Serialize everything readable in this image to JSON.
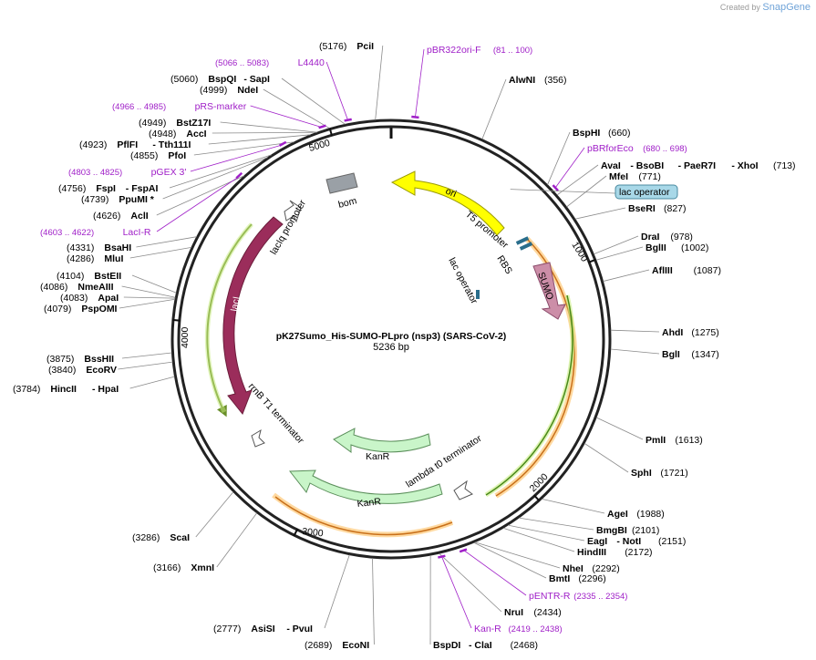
{
  "brand": {
    "created_by": "Created by",
    "app": "SnapGene"
  },
  "plasmid": {
    "name": "pK27Sumo_His-SUMO-PLpro (nsp3) (SARS-CoV-2)",
    "length": "5236 bp"
  },
  "ticks": [
    "1000",
    "2000",
    "3000",
    "4000",
    "5000"
  ],
  "sites": [
    {
      "name": "PciI",
      "pos": "(5176)"
    },
    {
      "name": "AlwNI",
      "pos": "(356)"
    },
    {
      "name": "BspHI",
      "pos": "(660)"
    },
    {
      "name": "AvaI",
      "name2": "- BsoBI",
      "name3": "- PaeR7I",
      "name4": "- XhoI",
      "pos": "(713)"
    },
    {
      "name": "MfeI",
      "pos": "(771)"
    },
    {
      "name": "BseRI",
      "pos": "(827)"
    },
    {
      "name": "DraI",
      "pos": "(978)"
    },
    {
      "name": "BglII",
      "pos": "(1002)"
    },
    {
      "name": "AflIII",
      "pos": "(1087)"
    },
    {
      "name": "AhdI",
      "pos": "(1275)"
    },
    {
      "name": "BglI",
      "pos": "(1347)"
    },
    {
      "name": "PmlI",
      "pos": "(1613)"
    },
    {
      "name": "SphI",
      "pos": "(1721)"
    },
    {
      "name": "AgeI",
      "pos": "(1988)"
    },
    {
      "name": "BmgBI",
      "pos": "(2101)"
    },
    {
      "name": "EagI",
      "name2": "- NotI",
      "pos": "(2151)"
    },
    {
      "name": "HindIII",
      "pos": "(2172)"
    },
    {
      "name": "NheI",
      "pos": "(2292)"
    },
    {
      "name": "BmtI",
      "pos": "(2296)"
    },
    {
      "name": "NruI",
      "pos": "(2434)"
    },
    {
      "name": "BspDI",
      "name2": "- ClaI",
      "pos": "(2468)"
    },
    {
      "name": "EcoNI",
      "pos": "(2689)"
    },
    {
      "name": "AsiSI",
      "name2": "- PvuI",
      "pos": "(2777)"
    },
    {
      "name": "XmnI",
      "pos": "(3166)"
    },
    {
      "name": "ScaI",
      "pos": "(3286)"
    },
    {
      "name": "HincII",
      "name2": "- HpaI",
      "pos": "(3784)"
    },
    {
      "name": "EcoRV",
      "pos": "(3840)"
    },
    {
      "name": "BssHII",
      "pos": "(3875)"
    },
    {
      "name": "PspOMI",
      "pos": "(4079)"
    },
    {
      "name": "ApaI",
      "pos": "(4083)"
    },
    {
      "name": "NmeAIII",
      "pos": "(4086)"
    },
    {
      "name": "BstEII",
      "pos": "(4104)"
    },
    {
      "name": "MluI",
      "pos": "(4286)"
    },
    {
      "name": "BsaHI",
      "pos": "(4331)"
    },
    {
      "name": "AclI",
      "pos": "(4626)"
    },
    {
      "name": "PpuMI *",
      "pos": "(4739)"
    },
    {
      "name": "FspI",
      "name2": "- FspAI",
      "pos": "(4756)"
    },
    {
      "name": "PfoI",
      "pos": "(4855)"
    },
    {
      "name": "PflFI",
      "name2": "- Tth111I",
      "pos": "(4923)"
    },
    {
      "name": "AccI",
      "pos": "(4948)"
    },
    {
      "name": "BstZ17I",
      "pos": "(4949)"
    },
    {
      "name": "NdeI",
      "pos": "(4999)"
    },
    {
      "name": "BspQI",
      "name2": "- SapI",
      "pos": "(5060)"
    }
  ],
  "primers": [
    {
      "name": "pBR322ori-F",
      "range": "(81 .. 100)"
    },
    {
      "name": "pBRforEco",
      "range": "(680 .. 698)"
    },
    {
      "name": "pENTR-R",
      "range": "(2335 .. 2354)"
    },
    {
      "name": "Kan-R",
      "range": "(2419 .. 2438)"
    },
    {
      "name": "LacI-R",
      "range": "(4603 .. 4622)"
    },
    {
      "name": "pGEX 3'",
      "range": "(4803 .. 4825)"
    },
    {
      "name": "pRS-marker",
      "range": "(4966 .. 4985)"
    },
    {
      "name": "L4440",
      "range": "(5066 .. 5083)"
    }
  ],
  "features": {
    "ori": "ori",
    "t5_promoter": "T5 promoter",
    "lac_operator_box": "lac operator",
    "lac_operator": "lac operator",
    "rbs": "RBS",
    "sumo": "SUMO",
    "laci": "lacI",
    "laciq_promoter": "lacIq promoter",
    "bom": "bom",
    "rrnb": "rrnB T1 terminator",
    "kanr1": "KanR",
    "kanr2": "KanR",
    "lambda": "lambda t0 terminator"
  }
}
